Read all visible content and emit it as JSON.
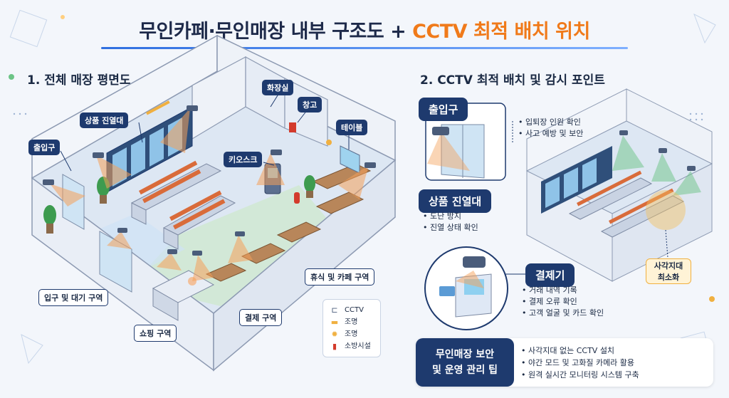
{
  "title": {
    "main": "무인카페·무인매장 내부 구조도",
    "plus": " + ",
    "accent": "CCTV 최적 배치 위치"
  },
  "section1": {
    "title": "1. 전체 매장 평면도"
  },
  "section2": {
    "title": "2. CCTV 최적 배치 및 감시 포인트"
  },
  "floor_labels": {
    "entrance": "출입구",
    "display": "상품 진열대",
    "restroom": "화장실",
    "storage": "창고",
    "table": "테이블",
    "kiosk": "키오스크",
    "entry_wait": "입구 및 대기 구역",
    "shopping": "쇼핑 구역",
    "payment": "결제 구역",
    "rest_cafe": "휴식 및 카페 구역"
  },
  "legend": [
    {
      "icon": "cctv-icon",
      "label": "CCTV"
    },
    {
      "icon": "light-fixture-icon",
      "label": "조명"
    },
    {
      "icon": "bulb-icon",
      "label": "조명"
    },
    {
      "icon": "fire-extinguisher-icon",
      "label": "소방시설"
    }
  ],
  "points": {
    "entrance": {
      "title": "출입구",
      "items": [
        "입퇴장 인원 확인",
        "사고 예방 및 보안"
      ]
    },
    "display": {
      "title": "상품 진열대",
      "items": [
        "도난 방지",
        "진열 상태 확인"
      ]
    },
    "payment": {
      "title": "결제기",
      "items": [
        "거래 내역 기록",
        "결제 오류 확인",
        "고객 얼굴 및 카드 확인"
      ]
    },
    "blind_spot": {
      "line1": "사각지대",
      "line2": "최소화"
    }
  },
  "tips": {
    "head_line1": "무인매장 보안",
    "head_line2": "및 운영 관리 팁",
    "items": [
      "사각지대 없는 CCTV 설치",
      "야간 모드 및 고화질 카메라 활용",
      "원격 실시간 모니터링 시스템 구축"
    ]
  },
  "colors": {
    "navy": "#1e3a6e",
    "accent": "#f07a1a",
    "cone": "#f5a15a",
    "floor": "#dde7f3",
    "green_zone": "#cfe9cf"
  }
}
